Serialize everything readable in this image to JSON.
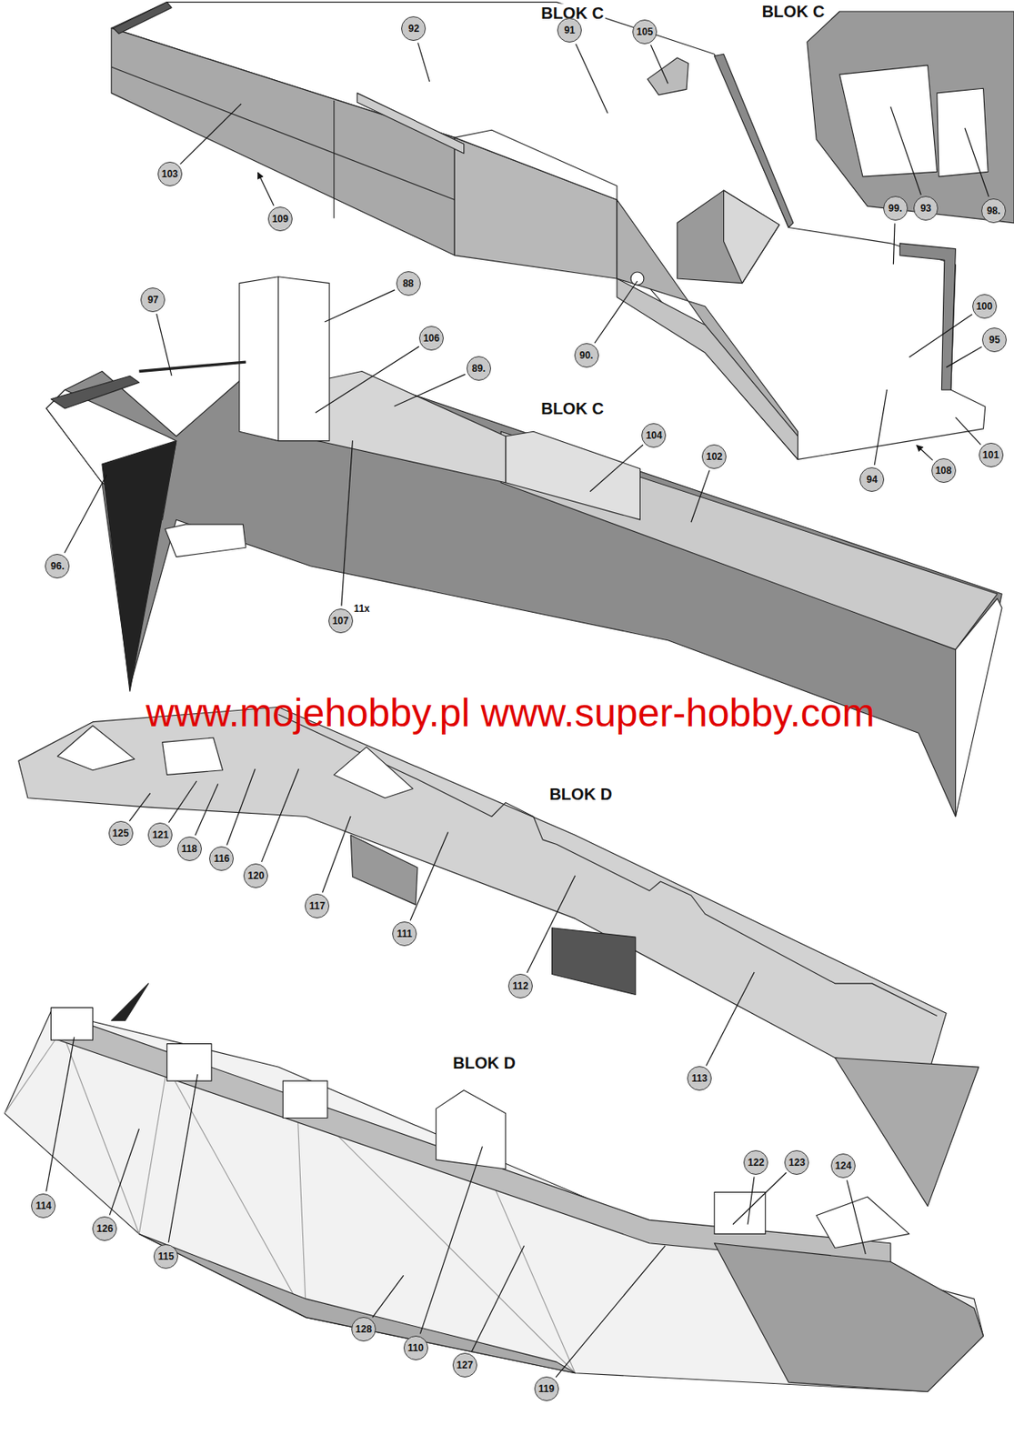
{
  "diagram": {
    "labels": [
      "BLOK C",
      "BLOK C",
      "92",
      "91",
      "105",
      "103",
      "109",
      "99.",
      "93",
      "98.",
      "97",
      "88",
      "106",
      "89.",
      "BLOK C",
      "104",
      "102",
      "90.",
      "100",
      "95",
      "94",
      "108",
      "101",
      "96.",
      "107",
      "11x",
      "www.mojehobby.pl www.super-hobby.com",
      "BLOK D",
      "125",
      "121",
      "118",
      "116",
      "120",
      "117",
      "111",
      "112",
      "113",
      "BLOK D",
      "114",
      "126",
      "115",
      "110",
      "127",
      "128",
      "119",
      "122",
      "123",
      "124"
    ]
  }
}
